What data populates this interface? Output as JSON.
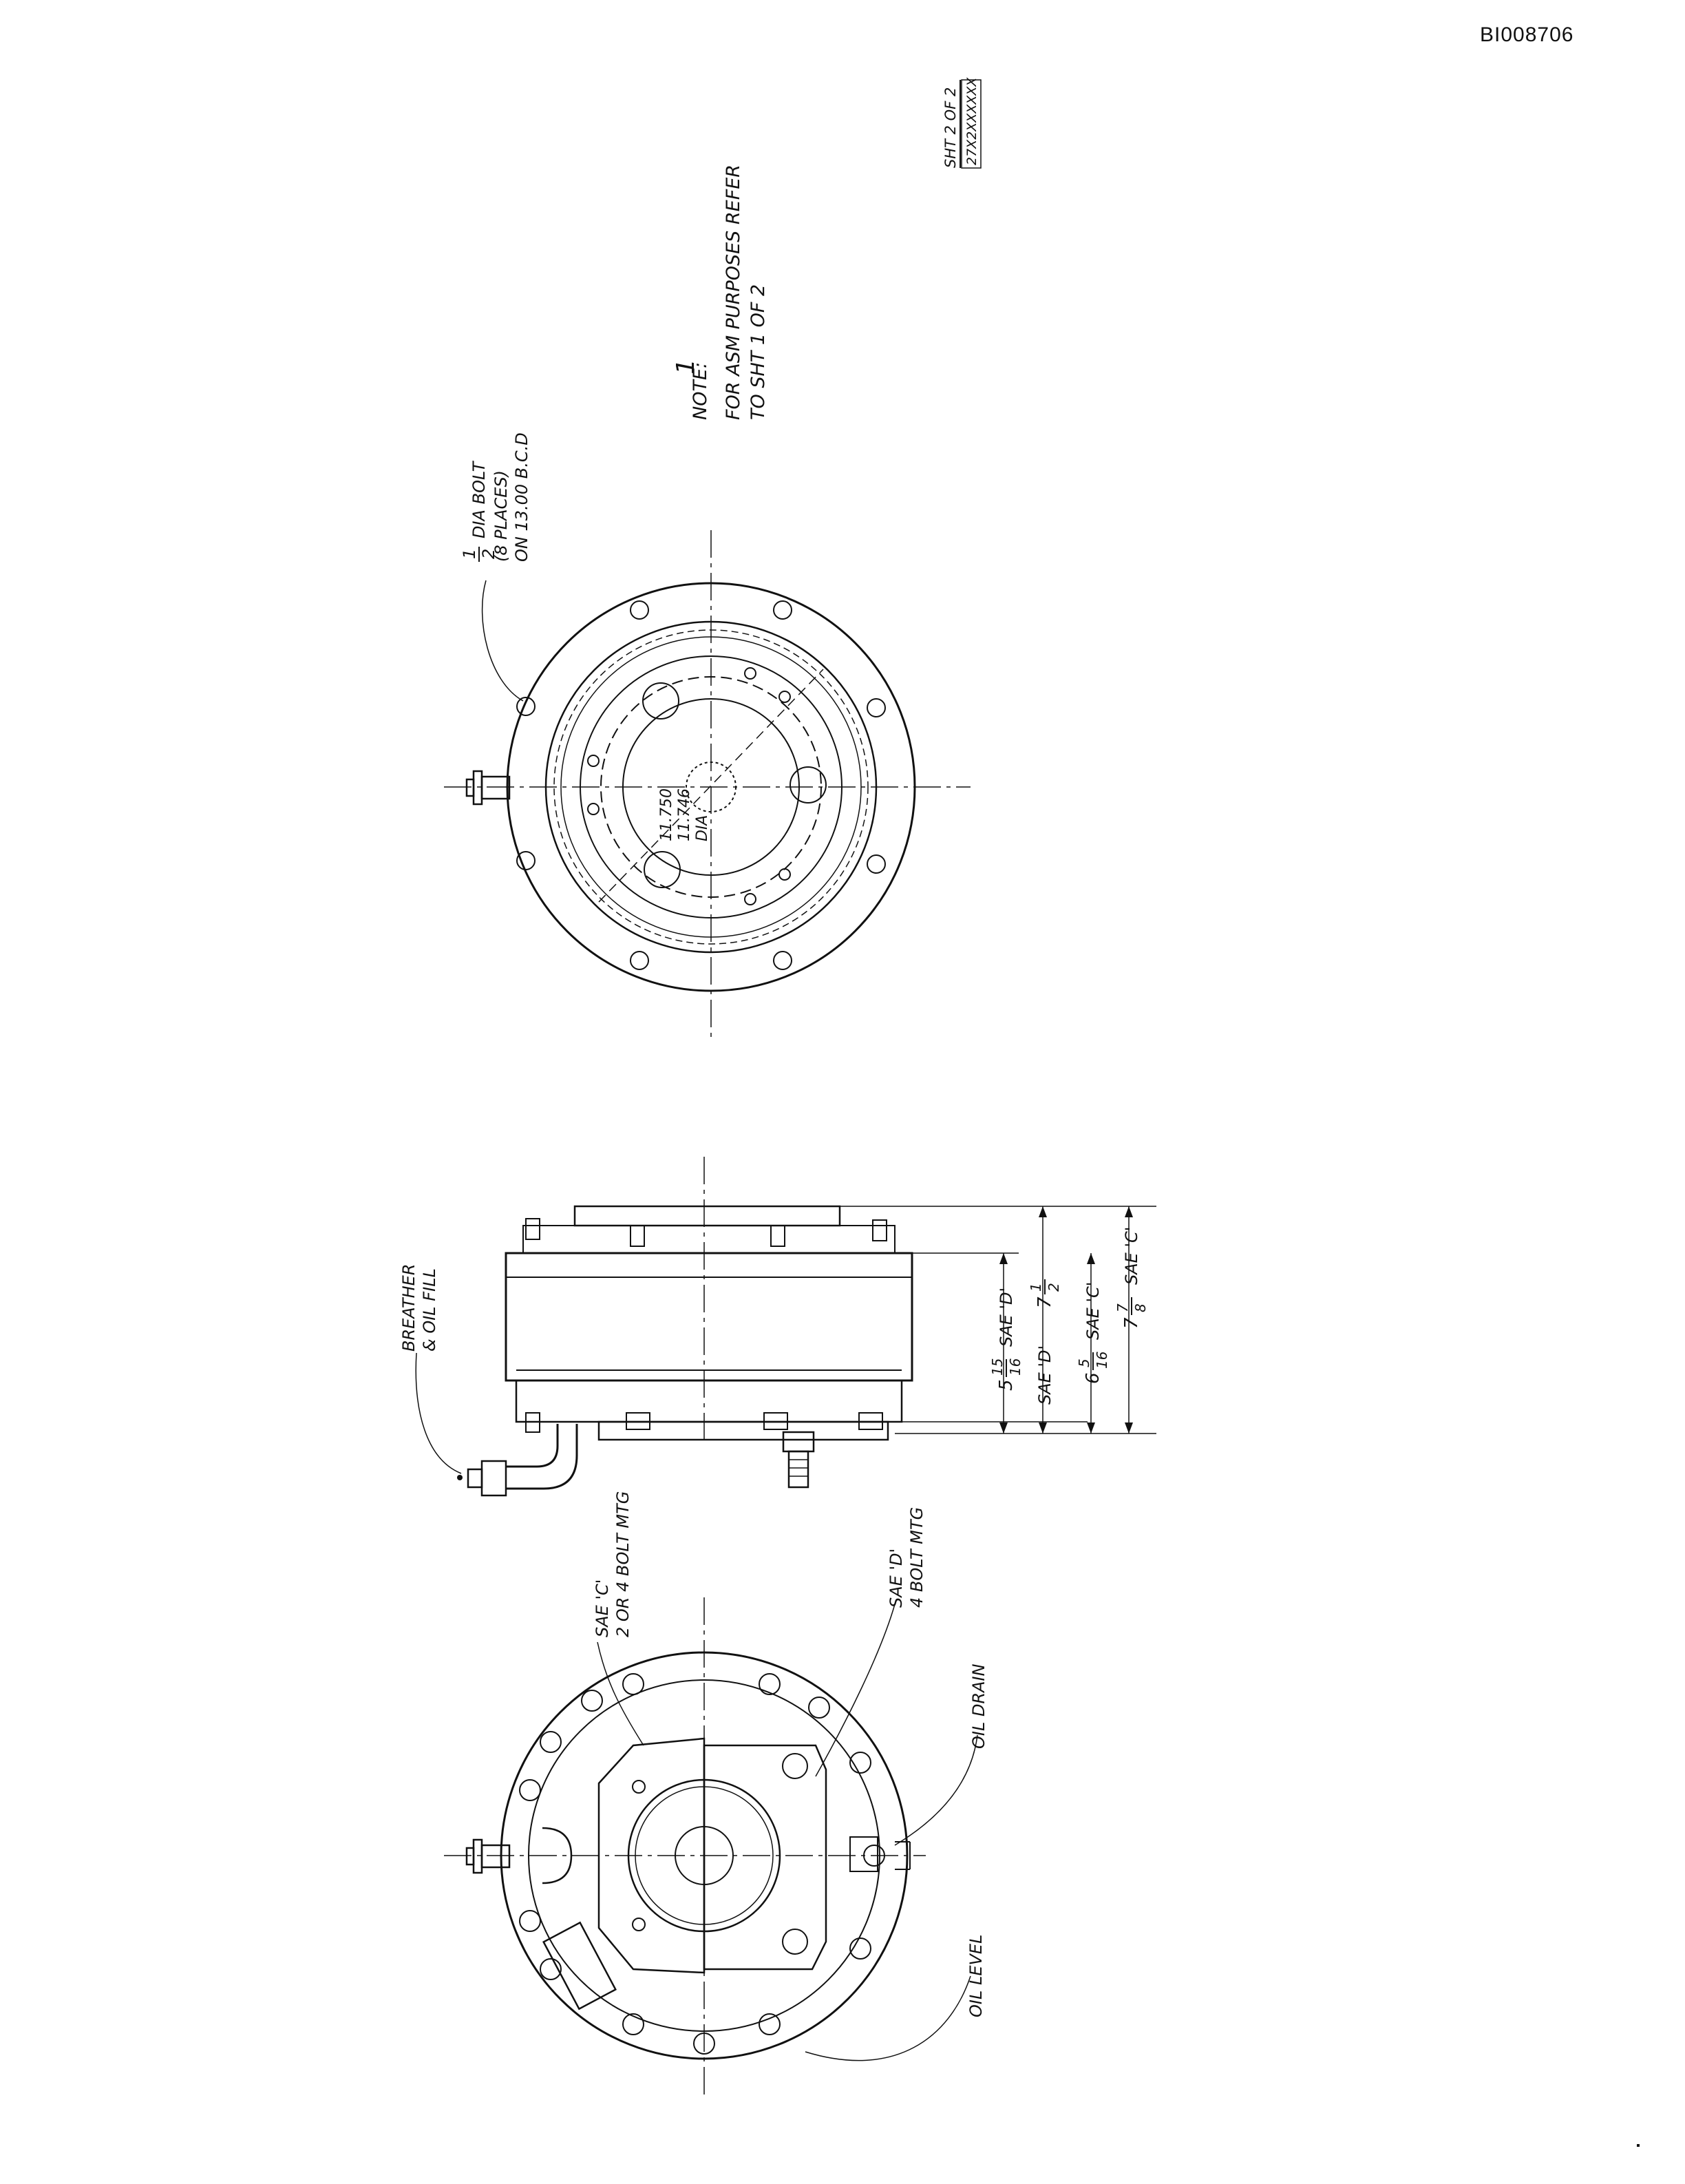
{
  "document": {
    "id": "BI008706",
    "sheet_label": "SHT 2 OF 2",
    "sheet_code": "27X2XXXXXX"
  },
  "note": {
    "marker": "1",
    "heading": "NOTE:",
    "line1": "FOR ASM PURPOSES REFER",
    "line2": "TO SHT 1 OF 2"
  },
  "right_view": {
    "bolt_fraction_num": "1",
    "bolt_fraction_den": "2",
    "bolt_label": "DIA BOLT",
    "bolt_places": "(8 PLACES)",
    "bolt_circle": "ON 13.00 B.C.D",
    "pilot_dia_upper": "11.750",
    "pilot_dia_lower": "11.746",
    "pilot_dia_label": "DIA"
  },
  "side_view": {
    "breather_line1": "BREATHER",
    "breather_line2": "& OIL FILL",
    "dim_a_whole": "5",
    "dim_a_num": "15",
    "dim_a_den": "16",
    "dim_a_std": "SAE 'D'",
    "dim_b_whole": "7",
    "dim_b_num": "1",
    "dim_b_den": "2",
    "dim_b_std": "SAE 'D'",
    "dim_c_whole": "6",
    "dim_c_num": "5",
    "dim_c_den": "16",
    "dim_c_std": "SAE 'C'",
    "dim_d_whole": "7",
    "dim_d_num": "7",
    "dim_d_den": "8",
    "dim_d_std": "SAE 'C'"
  },
  "left_view": {
    "sae_c_line1": "SAE 'C'",
    "sae_c_line2": "2 OR 4 BOLT MTG",
    "sae_d_line1": "SAE 'D'",
    "sae_d_line2": "4 BOLT MTG",
    "oil_drain": "OIL DRAIN",
    "oil_level": "OIL LEVEL"
  }
}
